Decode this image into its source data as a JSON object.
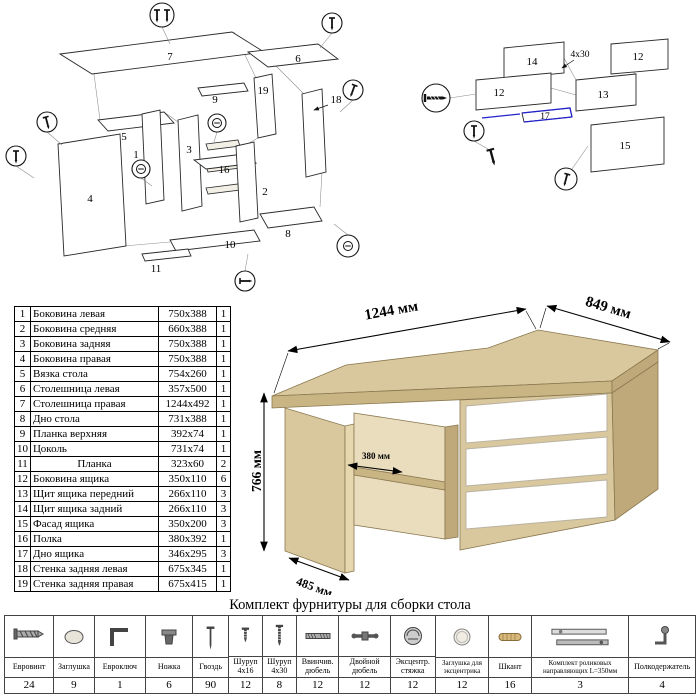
{
  "colors": {
    "wood": "#d9c79d",
    "wood-mid": "#c9b583",
    "wood-dark": "#bfa97a",
    "wood-light": "#e9ddbd",
    "drawer": "#ffffff",
    "blue": "#2222cc"
  },
  "parts": {
    "rows": [
      {
        "n": "1",
        "name": "Боковина левая",
        "size": "750x388",
        "qty": "1"
      },
      {
        "n": "2",
        "name": "Боковина средняя",
        "size": "660x388",
        "qty": "1"
      },
      {
        "n": "3",
        "name": "Боковина задняя",
        "size": "750x388",
        "qty": "1"
      },
      {
        "n": "4",
        "name": "Боковина правая",
        "size": "750x388",
        "qty": "1"
      },
      {
        "n": "5",
        "name": "Вязка стола",
        "size": "754x260",
        "qty": "1"
      },
      {
        "n": "6",
        "name": "Столешница левая",
        "size": "357x500",
        "qty": "1"
      },
      {
        "n": "7",
        "name": "Столешница правая",
        "size": "1244x492",
        "qty": "1"
      },
      {
        "n": "8",
        "name": "Дно стола",
        "size": "731x388",
        "qty": "1"
      },
      {
        "n": "9",
        "name": "Планка верхняя",
        "size": "392x74",
        "qty": "1"
      },
      {
        "n": "10",
        "name": "Цоколь",
        "size": "731x74",
        "qty": "1"
      },
      {
        "n": "11",
        "name": "Планка",
        "size": "323x60",
        "qty": "2"
      },
      {
        "n": "12",
        "name": "Боковина ящика",
        "size": "350x110",
        "qty": "6"
      },
      {
        "n": "13",
        "name": "Щит ящика передний",
        "size": "266x110",
        "qty": "3"
      },
      {
        "n": "14",
        "name": "Щит ящика задний",
        "size": "266x110",
        "qty": "3"
      },
      {
        "n": "15",
        "name": "Фасад ящика",
        "size": "350x200",
        "qty": "3"
      },
      {
        "n": "16",
        "name": "Полка",
        "size": "380x392",
        "qty": "1"
      },
      {
        "n": "17",
        "name": "Дно ящика",
        "size": "346x295",
        "qty": "3"
      },
      {
        "n": "18",
        "name": "Стенка задняя левая",
        "size": "675x345",
        "qty": "1"
      },
      {
        "n": "19",
        "name": "Стенка задняя правая",
        "size": "675x415",
        "qty": "1"
      }
    ]
  },
  "labels": {
    "p1": "1",
    "p2": "2",
    "p3": "3",
    "p4": "4",
    "p5": "5",
    "p6": "6",
    "p7": "7",
    "p8": "8",
    "p9": "9",
    "p10": "10",
    "p11": "11",
    "p12": "12",
    "p13": "13",
    "p14": "14",
    "p15": "15",
    "p16": "16",
    "p17": "17",
    "p18": "18",
    "p19": "19",
    "screw_spec": "4x30"
  },
  "desk": {
    "w": "1244 мм",
    "d": "849 мм",
    "h": "766 мм",
    "shelf": "380 мм",
    "side": "485 мм"
  },
  "hardware": {
    "title": "Комплект фурнитуры для сборки стола",
    "items": [
      {
        "icon": "confirmat-screw-icon",
        "name": "Евровинт",
        "qty": "24"
      },
      {
        "icon": "cap-icon",
        "name": "Заглушка",
        "qty": "9"
      },
      {
        "icon": "hex-key-icon",
        "name": "Евроключ",
        "qty": "1"
      },
      {
        "icon": "leg-icon",
        "name": "Ножка",
        "qty": "6"
      },
      {
        "icon": "nail-icon",
        "name": "Гвоздь",
        "qty": "90"
      },
      {
        "icon": "screw-4x16-icon",
        "name": "Шуруп 4x16",
        "qty": "12"
      },
      {
        "icon": "screw-4x30-icon",
        "name": "Шуруп 4x30",
        "qty": "8"
      },
      {
        "icon": "screw-in-dowel-icon",
        "name": "Ввинчив. дюбель",
        "qty": "12"
      },
      {
        "icon": "double-dowel-icon",
        "name": "Двойной дюбель",
        "qty": "12"
      },
      {
        "icon": "cam-lock-icon",
        "name": "Эксцентр. стяжка",
        "qty": "12"
      },
      {
        "icon": "cam-cap-icon",
        "name": "Заглушка для эксцентрика",
        "qty": "12"
      },
      {
        "icon": "wood-dowel-icon",
        "name": "Шкант",
        "qty": "16"
      },
      {
        "icon": "roller-slides-icon",
        "name": "Комплект роликовых направляющих L=350мм",
        "qty": "3"
      },
      {
        "icon": "shelf-support-icon",
        "name": "Полкодержатель",
        "qty": "4"
      }
    ]
  }
}
